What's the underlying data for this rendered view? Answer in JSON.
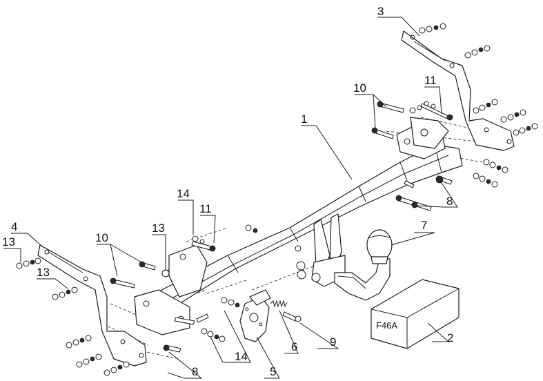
{
  "callouts": {
    "c1": "1",
    "c2": "2",
    "c3": "3",
    "c4": "4",
    "c5": "5",
    "c6": "6",
    "c7": "7",
    "c8a": "8",
    "c8b": "8",
    "c9": "9",
    "c10a": "10",
    "c10b": "10",
    "c11a": "11",
    "c11b": "11",
    "c13a": "13",
    "c13b": "13",
    "c13c": "13",
    "c14a": "14",
    "c14b": "14"
  },
  "box": {
    "label": "F46A"
  }
}
